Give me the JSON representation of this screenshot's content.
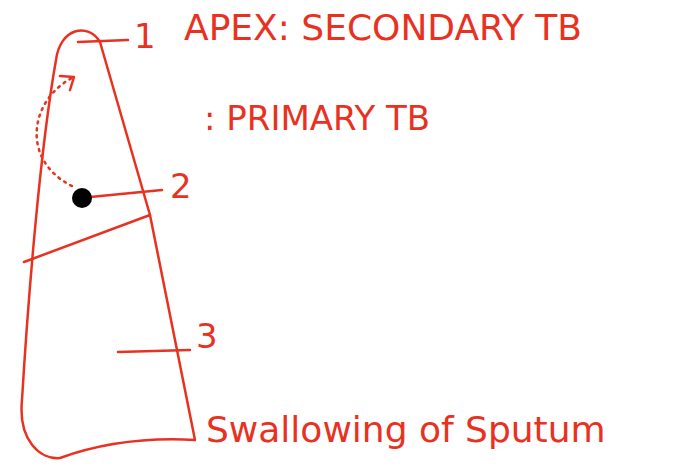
{
  "diagram": {
    "labels": [
      "1",
      "APEX: SECONDARY TB",
      "2",
      ": PRIMARY TB",
      "3",
      "Swallowing of Sputum"
    ]
  }
}
